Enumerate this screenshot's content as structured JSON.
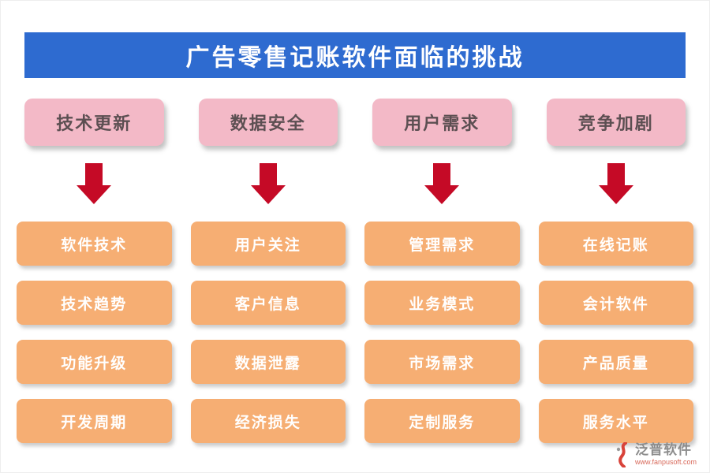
{
  "title": "广告零售记账软件面临的挑战",
  "columns": [
    {
      "header": "技术更新",
      "items": [
        "软件技术",
        "技术趋势",
        "功能升级",
        "开发周期"
      ]
    },
    {
      "header": "数据安全",
      "items": [
        "用户关注",
        "客户信息",
        "数据泄露",
        "经济损失"
      ]
    },
    {
      "header": "用户需求",
      "items": [
        "管理需求",
        "业务模式",
        "市场需求",
        "定制服务"
      ]
    },
    {
      "header": "竞争加剧",
      "items": [
        "在线记账",
        "会计软件",
        "产品质量",
        "服务水平"
      ]
    }
  ],
  "logo": {
    "name": "泛普软件",
    "url": "www.fanpusoft.com"
  },
  "colors": {
    "banner_blue": "#2e6bd0",
    "header_pink": "#f3b9c7",
    "arrow_red": "#c50a26",
    "item_orange": "#f6ae73",
    "title_text": "#ffffff",
    "header_text": "#5c4f52",
    "item_text": "#ffffff"
  }
}
